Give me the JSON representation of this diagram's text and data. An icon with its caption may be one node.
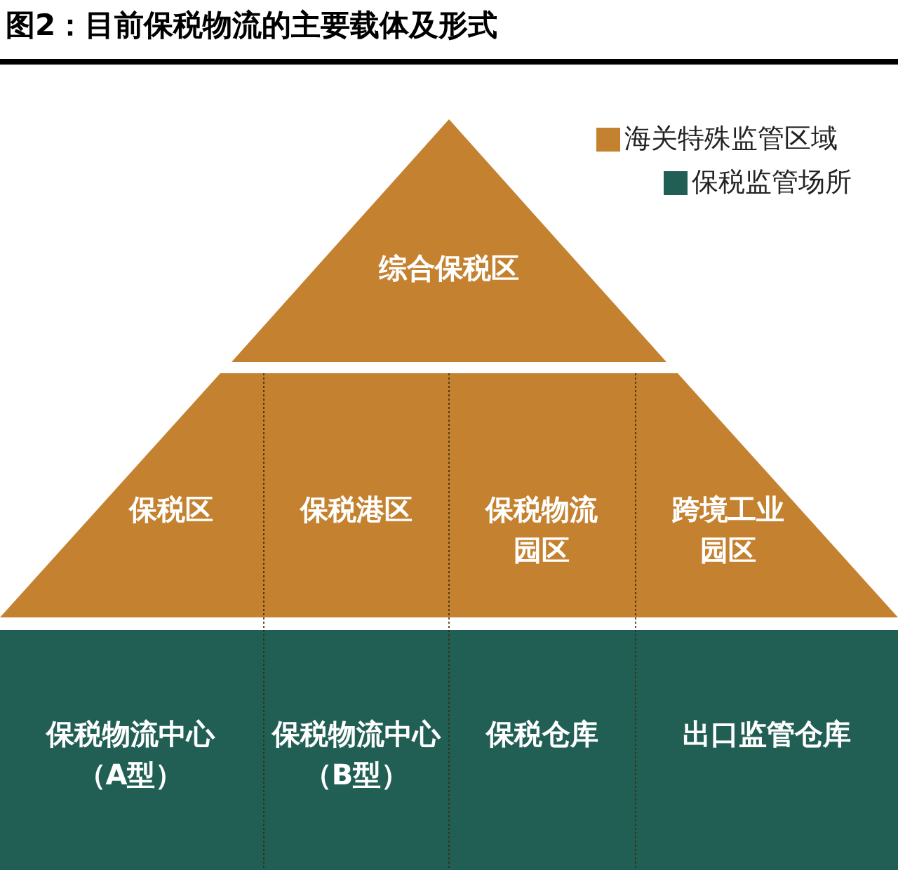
{
  "diagram": {
    "title": "图2：目前保税物流的主要载体及形式",
    "nodes": [
      {
        "text": [
          "综合保税区"
        ]
      },
      {
        "text": [
          "保税区"
        ]
      },
      {
        "text": [
          "保税港区"
        ]
      },
      {
        "text": [
          "保税物流园区"
        ]
      },
      {
        "text": [
          "跨境工业园区"
        ]
      },
      {
        "text": [
          "保税物流中心（A型）"
        ]
      },
      {
        "text": [
          "保税物流中心（B型）"
        ]
      },
      {
        "text": [
          "保税仓库"
        ]
      },
      {
        "text": [
          "出口监管仓库"
        ]
      }
    ],
    "edges": [],
    "legend": [
      {
        "text": "海关特殊监管区域",
        "color": "#c4812f"
      },
      {
        "text": "保税监管场所",
        "color": "#215f55"
      }
    ]
  }
}
